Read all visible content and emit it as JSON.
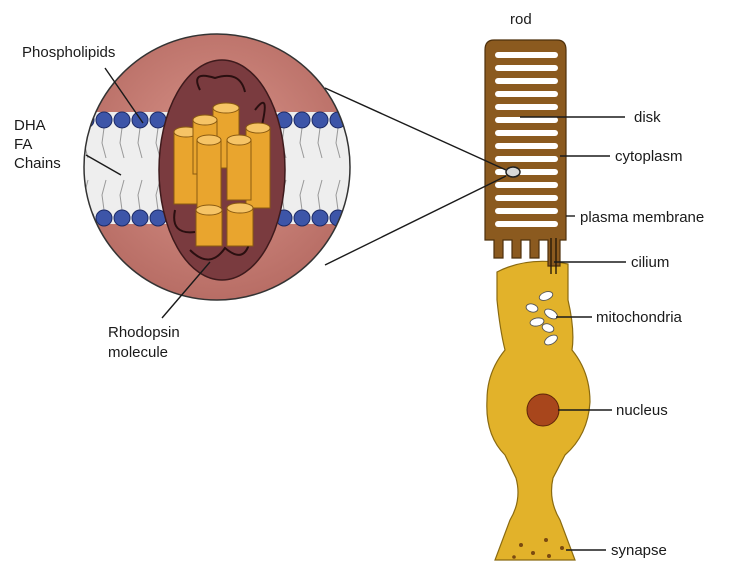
{
  "labels": {
    "rod": "rod",
    "disk": "disk",
    "cytoplasm": "cytoplasm",
    "plasma_membrane": "plasma membrane",
    "cilium": "cilium",
    "mitochondria": "mitochondria",
    "nucleus": "nucleus",
    "synapse": "synapse",
    "phospholipids": "Phospholipids",
    "dha_line1": "DHA",
    "dha_line2": "FA",
    "dha_line3": "Chains",
    "rhodopsin_line1": "Rhodopsin",
    "rhodopsin_line2": "molecule"
  },
  "colors": {
    "outer_segment": "#8b5a1f",
    "inner_segment": "#e2b22a",
    "nucleus": "#a8461c",
    "membrane_pink": "#c97c74",
    "rhodopsin_disc": "#7a3b3f",
    "helix": "#e9a52e",
    "phospholipid_head": "#3d55a8"
  }
}
